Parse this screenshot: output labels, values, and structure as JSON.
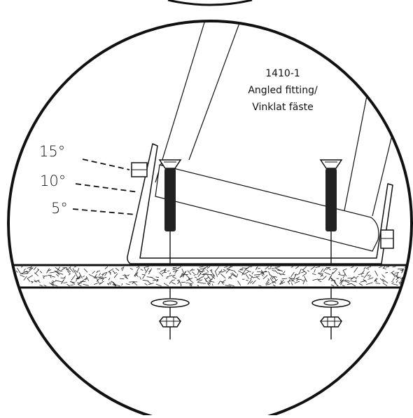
{
  "part": {
    "number": "1410-1",
    "name_en": "Angled fitting/",
    "name_sv": "Vinklat fäste"
  },
  "angle_labels": [
    "15°",
    "10°",
    "5°"
  ],
  "colors": {
    "stroke": "#111111",
    "fill": "#ffffff",
    "wood_grain": "#222222"
  },
  "icons": [
    "countersunk-bolt-icon",
    "washer-icon",
    "hex-nut-icon",
    "side-nut-icon"
  ]
}
